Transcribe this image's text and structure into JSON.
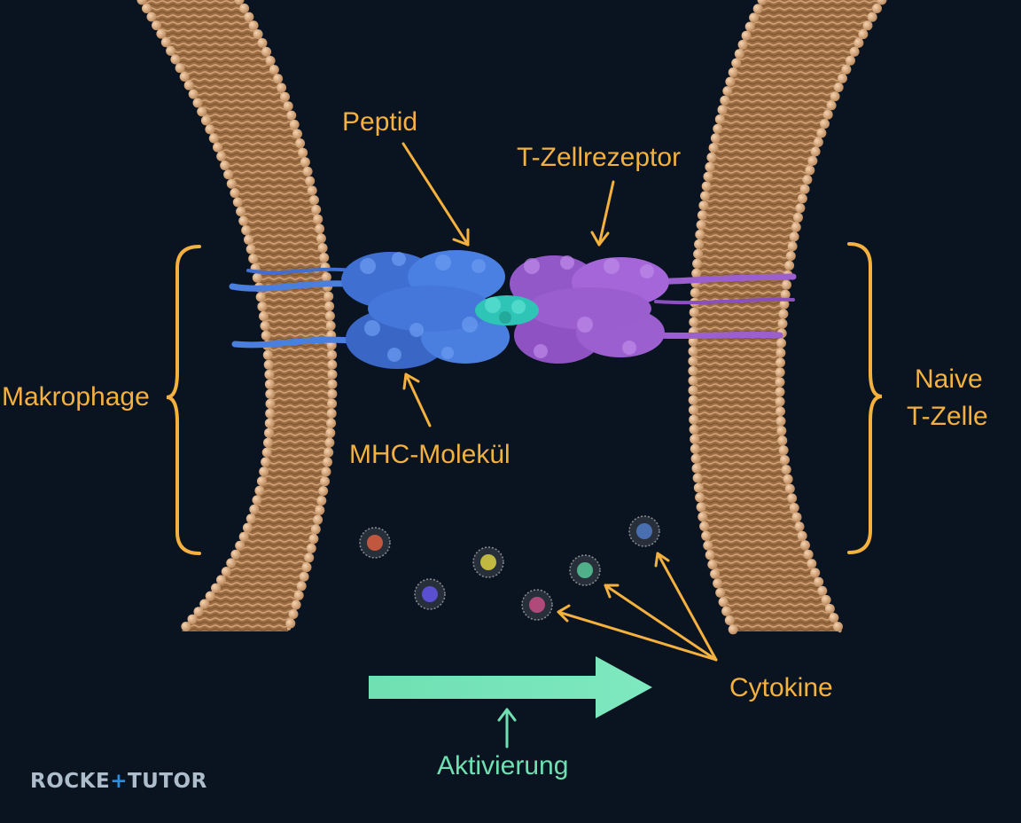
{
  "labels": {
    "peptid": "Peptid",
    "tcr": "T-Zellrezeptor",
    "macrophage": "Makrophage",
    "naive_line1": "Naive",
    "naive_line2": "T-Zelle",
    "mhc": "MHC-Molekül",
    "cytokine": "Cytokine",
    "activation": "Aktivierung"
  },
  "logo": {
    "part1": "ROCKE",
    "plus": "+",
    "part2": "TUTOR"
  },
  "colors": {
    "background": "#0a1320",
    "label": "#f4b13f",
    "activation": "#6fe0b2",
    "mhc": "#4a7fe0",
    "tcr": "#9b5fd0",
    "peptide": "#2ec4b6",
    "membrane": "#b9875a",
    "headgroup": "#e2b690"
  },
  "cytokines": [
    {
      "color": "#c2573f"
    },
    {
      "color": "#5a4fd0"
    },
    {
      "color": "#c0b840"
    },
    {
      "color": "#b04a7a"
    },
    {
      "color": "#4fb08a"
    },
    {
      "color": "#4a6fb0"
    }
  ]
}
